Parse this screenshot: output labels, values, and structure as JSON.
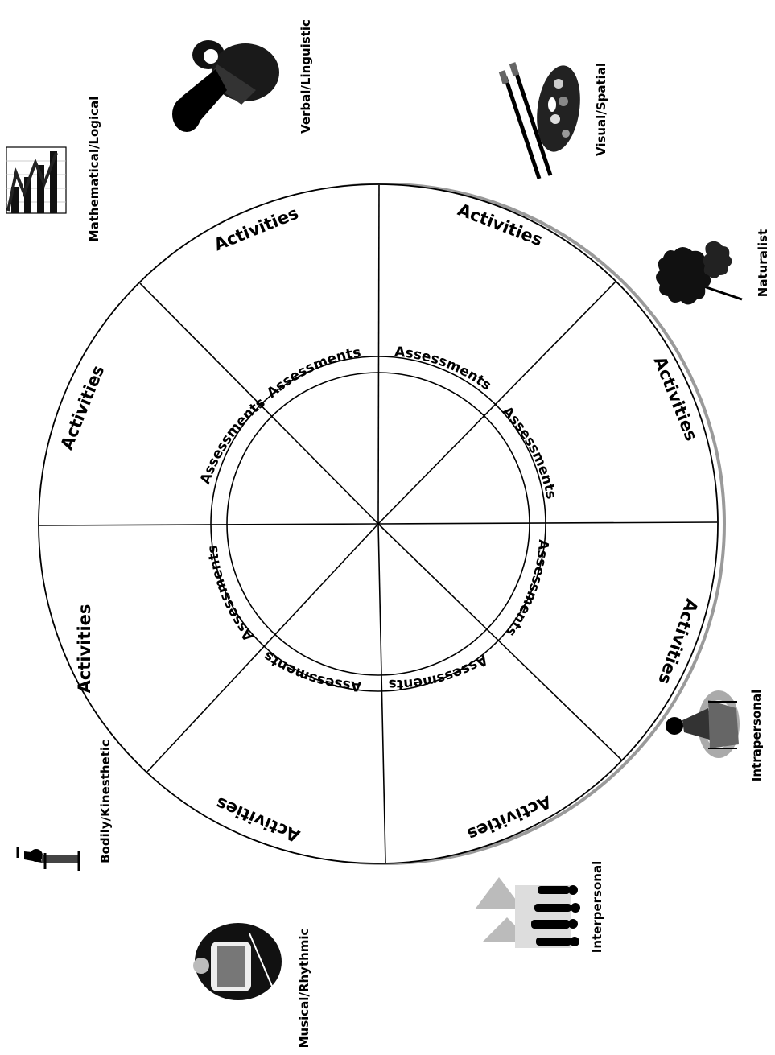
{
  "wheel": {
    "sectors": [
      {
        "id": "verbal",
        "activities": "Activities",
        "assessments": "Assessments"
      },
      {
        "id": "visual",
        "activities": "Activities",
        "assessments": "Assessments"
      },
      {
        "id": "naturalist",
        "activities": "Activities",
        "assessments": "Assessments"
      },
      {
        "id": "intrapersonal",
        "activities": "Activities",
        "assessments": "Assessments"
      },
      {
        "id": "interpersonal",
        "activities": "Activities",
        "assessments": "Assessments"
      },
      {
        "id": "musical",
        "activities": "Activities",
        "assessments": "Assessments"
      },
      {
        "id": "bodily",
        "activities": "Activities",
        "assessments": "Assessments"
      },
      {
        "id": "mathematical",
        "activities": "Activities",
        "assessments": "Assessments"
      }
    ]
  },
  "intelligences": [
    {
      "id": "verbal",
      "label": "Verbal/Linguistic",
      "icon": "megaphone-person-icon"
    },
    {
      "id": "visual",
      "label": "Visual/Spatial",
      "icon": "paint-palette-icon"
    },
    {
      "id": "naturalist",
      "label": "Naturalist",
      "icon": "oak-leaf-icon"
    },
    {
      "id": "intrapersonal",
      "label": "Intrapersonal",
      "icon": "meditating-person-icon"
    },
    {
      "id": "interpersonal",
      "label": "Interpersonal",
      "icon": "group-of-people-icon"
    },
    {
      "id": "musical",
      "label": "Musical/Rhythmic",
      "icon": "drummer-icon"
    },
    {
      "id": "bodily",
      "label": "Bodily/Kinesthetic",
      "icon": "stretching-person-icon"
    },
    {
      "id": "mathematical",
      "label": "Mathematical/Logical",
      "icon": "bar-chart-icon"
    }
  ]
}
